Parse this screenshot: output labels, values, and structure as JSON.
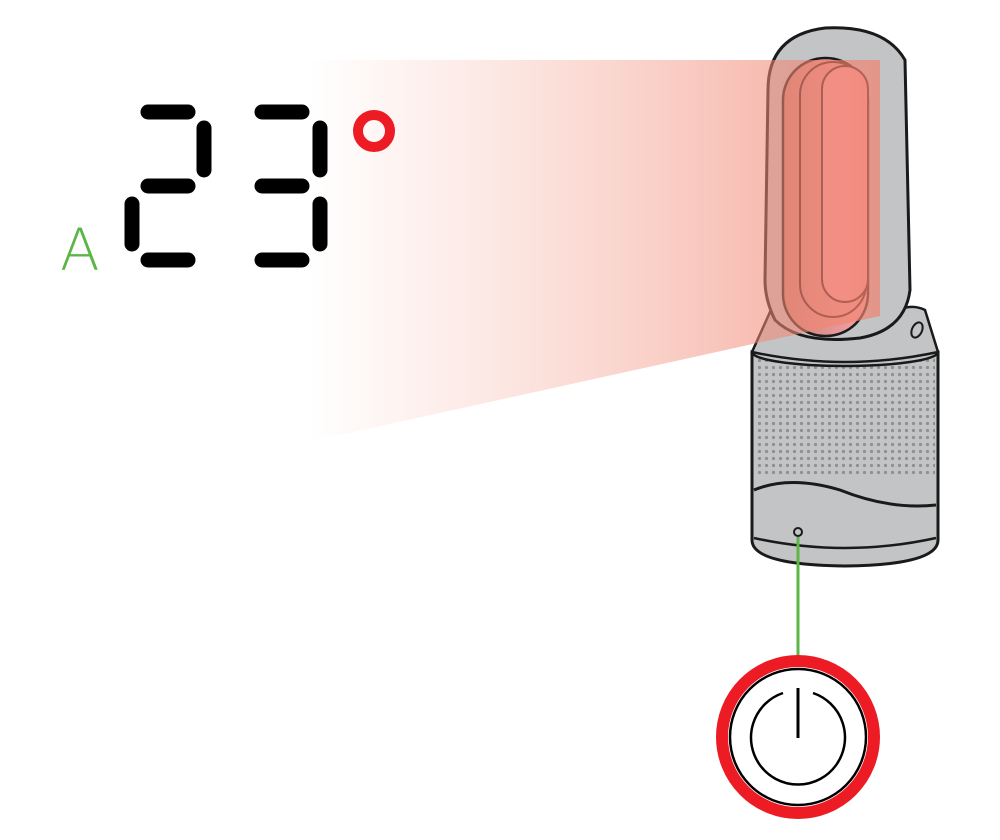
{
  "display": {
    "mode_letter": "A",
    "temperature_digits": "23",
    "unit_symbol": "degree"
  },
  "colors": {
    "mode_letter": "#5cb547",
    "digit_segments": "#000000",
    "degree_ring": "#ed1c24",
    "heat_beam": "#f08a7a",
    "device_body": "#c3c4c6",
    "device_outline": "#1a1a1a",
    "callout_line": "#5cb547",
    "power_ring": "#ed1c24"
  },
  "icons": {
    "power_button": "power-icon",
    "sensor_dot": "sensor-icon"
  }
}
